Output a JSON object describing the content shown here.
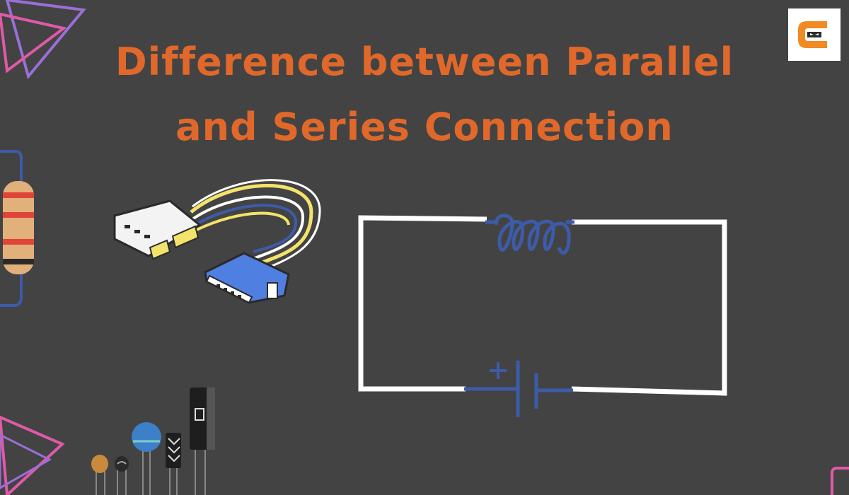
{
  "title": {
    "line1": "Difference between Parallel",
    "line2": "and Series Connection"
  },
  "colors": {
    "background": "#434343",
    "title": "#e0682a",
    "wire": "#ffffff",
    "component": "#3d5ba8",
    "logo_orange": "#f08a24"
  },
  "icons": {
    "logo": "coding-ninjas-logo",
    "inductor": "inductor-coil-icon",
    "battery": "battery-cell-icon",
    "connector": "power-connector-cable",
    "resistor": "resistor-illustration",
    "capacitors": "capacitor-components"
  }
}
